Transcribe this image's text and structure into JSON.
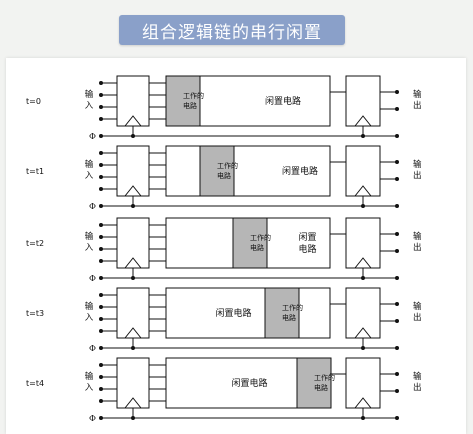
{
  "title": "组合逻辑链的串行闲置",
  "labels": {
    "input": [
      "输",
      "入"
    ],
    "output": [
      "输",
      "出"
    ],
    "phi": "Φ",
    "working": [
      "工作的",
      "电路"
    ],
    "idle": [
      "闲置电路"
    ],
    "idle_split": [
      "闲置",
      "电路"
    ]
  },
  "rows": [
    {
      "time": "t=0",
      "working_index": 0
    },
    {
      "time": "t=t1",
      "working_index": 1
    },
    {
      "time": "t=t2",
      "working_index": 2
    },
    {
      "time": "t=t3",
      "working_index": 3
    },
    {
      "time": "t=t4",
      "working_index": 4
    },
    {
      "time": "",
      "working_index": -1
    }
  ],
  "colors": {
    "working_fill": "#b6b6b6",
    "line": "#111111",
    "title_bg": "#8aa0c9"
  }
}
